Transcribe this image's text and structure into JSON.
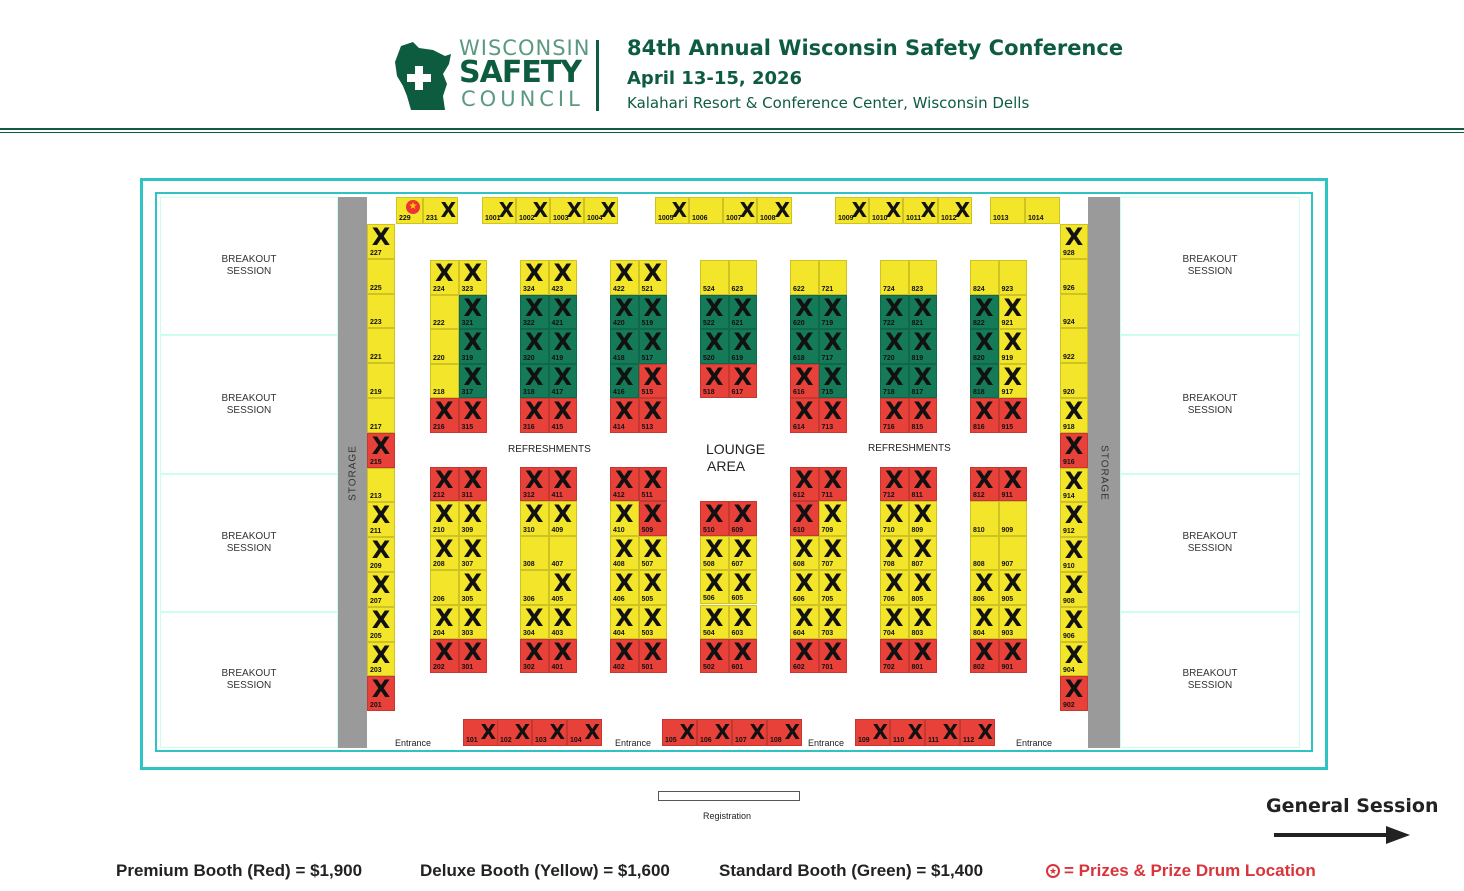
{
  "header": {
    "logo": {
      "line1": "WISCONSIN",
      "line2": "SAFETY",
      "line3": "COUNCIL"
    },
    "title": "84th Annual Wisconsin Safety Conference",
    "dates": "April 13-15, 2026",
    "venue": "Kalahari Resort & Conference Center, Wisconsin Dells"
  },
  "colors": {
    "premium": "#e8413a",
    "deluxe": "#f2e52a",
    "standard": "#147a58",
    "brand": "#0e5c3f",
    "wall": "#2ec4c4"
  },
  "rooms": {
    "breakout": "BREAKOUT SESSION",
    "storage": "STORAGE",
    "refreshments": "REFRESHMENTS",
    "lounge_line1": "LOUNGE",
    "lounge_line2": "AREA",
    "entrance": "Entrance",
    "registration": "Registration",
    "general_session": "General Session"
  },
  "legend": {
    "premium": "Premium Booth (Red) = $1,900",
    "deluxe": "Deluxe Booth (Yellow) = $1,600",
    "standard": "Standard Booth (Green) = $1,400",
    "prize": "= Prizes & Prize Drum Location"
  },
  "booths": {
    "top_row": [
      [
        "229",
        "D",
        false,
        true
      ],
      [
        "231",
        "D",
        true
      ],
      [
        "1001",
        "D",
        true
      ],
      [
        "1002",
        "D",
        true
      ],
      [
        "1003",
        "D",
        true
      ],
      [
        "1004",
        "D",
        true
      ],
      [
        "1005",
        "D",
        true
      ],
      [
        "1006",
        "D",
        false
      ],
      [
        "1007",
        "D",
        true
      ],
      [
        "1008",
        "D",
        true
      ],
      [
        "1009",
        "D",
        true
      ],
      [
        "1010",
        "D",
        true
      ],
      [
        "1011",
        "D",
        true
      ],
      [
        "1012",
        "D",
        true
      ],
      [
        "1013",
        "D",
        false
      ],
      [
        "1014",
        "D",
        false
      ]
    ],
    "left_column": [
      [
        "227",
        "D",
        true
      ],
      [
        "225",
        "D",
        false
      ],
      [
        "223",
        "D",
        false
      ],
      [
        "221",
        "D",
        false
      ],
      [
        "219",
        "D",
        false
      ],
      [
        "217",
        "D",
        false
      ],
      [
        "215",
        "P",
        true
      ],
      [
        "213",
        "D",
        false
      ],
      [
        "211",
        "D",
        true
      ],
      [
        "209",
        "D",
        true
      ],
      [
        "207",
        "D",
        true
      ],
      [
        "205",
        "D",
        true
      ],
      [
        "203",
        "D",
        true
      ],
      [
        "201",
        "P",
        true
      ]
    ],
    "right_column": [
      [
        "928",
        "D",
        true
      ],
      [
        "926",
        "D",
        false
      ],
      [
        "924",
        "D",
        false
      ],
      [
        "922",
        "D",
        false
      ],
      [
        "920",
        "D",
        false
      ],
      [
        "918",
        "D",
        true
      ],
      [
        "916",
        "P",
        true
      ],
      [
        "914",
        "D",
        true
      ],
      [
        "912",
        "D",
        true
      ],
      [
        "910",
        "D",
        true
      ],
      [
        "908",
        "D",
        true
      ],
      [
        "906",
        "D",
        true
      ],
      [
        "904",
        "D",
        true
      ],
      [
        "902",
        "P",
        true
      ]
    ],
    "bottom_row": [
      [
        "101",
        "P",
        true
      ],
      [
        "102",
        "P",
        true
      ],
      [
        "103",
        "P",
        true
      ],
      [
        "104",
        "P",
        true
      ],
      [
        "105",
        "P",
        true
      ],
      [
        "106",
        "P",
        true
      ],
      [
        "107",
        "P",
        true
      ],
      [
        "108",
        "P",
        true
      ],
      [
        "109",
        "P",
        true
      ],
      [
        "110",
        "P",
        true
      ],
      [
        "111",
        "P",
        true
      ],
      [
        "112",
        "P",
        true
      ]
    ],
    "upper_islands": [
      [
        [
          [
            "224",
            "D",
            true
          ],
          [
            "323",
            "D",
            true
          ]
        ],
        [
          [
            "222",
            "D",
            false
          ],
          [
            "321",
            "S",
            true
          ]
        ],
        [
          [
            "220",
            "D",
            false
          ],
          [
            "319",
            "S",
            true
          ]
        ],
        [
          [
            "218",
            "D",
            false
          ],
          [
            "317",
            "S",
            true
          ]
        ],
        [
          [
            "216",
            "P",
            true
          ],
          [
            "315",
            "P",
            true
          ]
        ]
      ],
      [
        [
          [
            "324",
            "D",
            true
          ],
          [
            "423",
            "D",
            true
          ]
        ],
        [
          [
            "322",
            "S",
            true
          ],
          [
            "421",
            "S",
            true
          ]
        ],
        [
          [
            "320",
            "S",
            true
          ],
          [
            "419",
            "S",
            true
          ]
        ],
        [
          [
            "318",
            "S",
            true
          ],
          [
            "417",
            "S",
            true
          ]
        ],
        [
          [
            "316",
            "P",
            true
          ],
          [
            "415",
            "P",
            true
          ]
        ]
      ],
      [
        [
          [
            "422",
            "D",
            true
          ],
          [
            "521",
            "D",
            true
          ]
        ],
        [
          [
            "420",
            "S",
            true
          ],
          [
            "519",
            "S",
            true
          ]
        ],
        [
          [
            "418",
            "S",
            true
          ],
          [
            "517",
            "S",
            true
          ]
        ],
        [
          [
            "416",
            "S",
            true
          ],
          [
            "515",
            "P",
            true
          ]
        ],
        [
          [
            "414",
            "P",
            true
          ],
          [
            "513",
            "P",
            true
          ]
        ]
      ],
      [
        [
          [
            "524",
            "D",
            false
          ],
          [
            "623",
            "D",
            false
          ]
        ],
        [
          [
            "522",
            "S",
            true
          ],
          [
            "621",
            "S",
            true
          ]
        ],
        [
          [
            "520",
            "S",
            true
          ],
          [
            "619",
            "S",
            true
          ]
        ],
        [
          [
            "518",
            "P",
            true
          ],
          [
            "617",
            "P",
            true
          ]
        ]
      ],
      [
        [
          [
            "622",
            "D",
            false
          ],
          [
            "721",
            "D",
            false
          ]
        ],
        [
          [
            "620",
            "S",
            true
          ],
          [
            "719",
            "S",
            true
          ]
        ],
        [
          [
            "618",
            "S",
            true
          ],
          [
            "717",
            "S",
            true
          ]
        ],
        [
          [
            "616",
            "P",
            true
          ],
          [
            "715",
            "S",
            true
          ]
        ],
        [
          [
            "614",
            "P",
            true
          ],
          [
            "713",
            "P",
            true
          ]
        ]
      ],
      [
        [
          [
            "724",
            "D",
            false
          ],
          [
            "823",
            "D",
            false
          ]
        ],
        [
          [
            "722",
            "S",
            true
          ],
          [
            "821",
            "S",
            true
          ]
        ],
        [
          [
            "720",
            "S",
            true
          ],
          [
            "819",
            "S",
            true
          ]
        ],
        [
          [
            "718",
            "S",
            true
          ],
          [
            "817",
            "S",
            true
          ]
        ],
        [
          [
            "716",
            "P",
            true
          ],
          [
            "815",
            "P",
            true
          ]
        ]
      ],
      [
        [
          [
            "824",
            "D",
            false
          ],
          [
            "923",
            "D",
            false
          ]
        ],
        [
          [
            "822",
            "S",
            true
          ],
          [
            "921",
            "D",
            true
          ]
        ],
        [
          [
            "820",
            "S",
            true
          ],
          [
            "919",
            "D",
            true
          ]
        ],
        [
          [
            "818",
            "S",
            true
          ],
          [
            "917",
            "D",
            true
          ]
        ],
        [
          [
            "816",
            "P",
            true
          ],
          [
            "915",
            "P",
            true
          ]
        ]
      ]
    ],
    "lower_islands": [
      [
        [
          [
            "212",
            "P",
            true
          ],
          [
            "311",
            "P",
            true
          ]
        ],
        [
          [
            "210",
            "D",
            true
          ],
          [
            "309",
            "D",
            true
          ]
        ],
        [
          [
            "208",
            "D",
            true
          ],
          [
            "307",
            "D",
            true
          ]
        ],
        [
          [
            "206",
            "D",
            false
          ],
          [
            "305",
            "D",
            true
          ]
        ],
        [
          [
            "204",
            "D",
            true
          ],
          [
            "303",
            "D",
            true
          ]
        ],
        [
          [
            "202",
            "P",
            true
          ],
          [
            "301",
            "P",
            true
          ]
        ]
      ],
      [
        [
          [
            "312",
            "P",
            true
          ],
          [
            "411",
            "P",
            true
          ]
        ],
        [
          [
            "310",
            "D",
            true
          ],
          [
            "409",
            "D",
            true
          ]
        ],
        [
          [
            "308",
            "D",
            false
          ],
          [
            "407",
            "D",
            false
          ]
        ],
        [
          [
            "306",
            "D",
            false
          ],
          [
            "405",
            "D",
            true
          ]
        ],
        [
          [
            "304",
            "D",
            true
          ],
          [
            "403",
            "D",
            true
          ]
        ],
        [
          [
            "302",
            "P",
            true
          ],
          [
            "401",
            "P",
            true
          ]
        ]
      ],
      [
        [
          [
            "412",
            "P",
            true
          ],
          [
            "511",
            "P",
            true
          ]
        ],
        [
          [
            "410",
            "D",
            true
          ],
          [
            "509",
            "P",
            true
          ]
        ],
        [
          [
            "408",
            "D",
            true
          ],
          [
            "507",
            "D",
            true
          ]
        ],
        [
          [
            "406",
            "D",
            true
          ],
          [
            "505",
            "D",
            true
          ]
        ],
        [
          [
            "404",
            "D",
            true
          ],
          [
            "503",
            "D",
            true
          ]
        ],
        [
          [
            "402",
            "P",
            true
          ],
          [
            "501",
            "P",
            true
          ]
        ]
      ],
      [
        [
          [
            "510",
            "P",
            true
          ],
          [
            "609",
            "P",
            true
          ]
        ],
        [
          [
            "508",
            "D",
            true
          ],
          [
            "607",
            "D",
            true
          ]
        ],
        [
          [
            "506",
            "D",
            true
          ],
          [
            "605",
            "D",
            true
          ]
        ],
        [
          [
            "504",
            "D",
            true
          ],
          [
            "603",
            "D",
            true
          ]
        ],
        [
          [
            "502",
            "P",
            true
          ],
          [
            "601",
            "P",
            true
          ]
        ]
      ],
      [
        [
          [
            "612",
            "P",
            true
          ],
          [
            "711",
            "P",
            true
          ]
        ],
        [
          [
            "610",
            "P",
            true
          ],
          [
            "709",
            "D",
            true
          ]
        ],
        [
          [
            "608",
            "D",
            true
          ],
          [
            "707",
            "D",
            true
          ]
        ],
        [
          [
            "606",
            "D",
            true
          ],
          [
            "705",
            "D",
            true
          ]
        ],
        [
          [
            "604",
            "D",
            true
          ],
          [
            "703",
            "D",
            true
          ]
        ],
        [
          [
            "602",
            "P",
            true
          ],
          [
            "701",
            "P",
            true
          ]
        ]
      ],
      [
        [
          [
            "712",
            "P",
            true
          ],
          [
            "811",
            "P",
            true
          ]
        ],
        [
          [
            "710",
            "D",
            true
          ],
          [
            "809",
            "D",
            true
          ]
        ],
        [
          [
            "708",
            "D",
            true
          ],
          [
            "807",
            "D",
            true
          ]
        ],
        [
          [
            "706",
            "D",
            true
          ],
          [
            "805",
            "D",
            true
          ]
        ],
        [
          [
            "704",
            "D",
            true
          ],
          [
            "803",
            "D",
            true
          ]
        ],
        [
          [
            "702",
            "P",
            true
          ],
          [
            "801",
            "P",
            true
          ]
        ]
      ],
      [
        [
          [
            "812",
            "P",
            true
          ],
          [
            "911",
            "P",
            true
          ]
        ],
        [
          [
            "810",
            "D",
            false
          ],
          [
            "909",
            "D",
            false
          ]
        ],
        [
          [
            "808",
            "D",
            false
          ],
          [
            "907",
            "D",
            false
          ]
        ],
        [
          [
            "806",
            "D",
            true
          ],
          [
            "905",
            "D",
            true
          ]
        ],
        [
          [
            "804",
            "D",
            true
          ],
          [
            "903",
            "D",
            true
          ]
        ],
        [
          [
            "802",
            "P",
            true
          ],
          [
            "901",
            "P",
            true
          ]
        ]
      ]
    ]
  }
}
